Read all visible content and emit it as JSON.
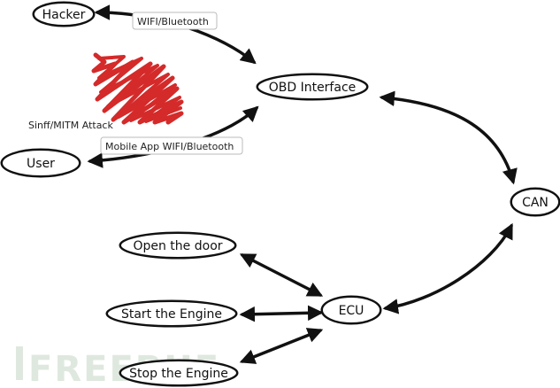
{
  "nodes": {
    "hacker": "Hacker",
    "obd": "OBD Interface",
    "user": "User",
    "can": "CAN",
    "open_door": "Open the door",
    "ecu": "ECU",
    "start_engine": "Start the Engine",
    "stop_engine": "Stop the Engine"
  },
  "edge_labels": {
    "hacker_obd": "WIFI/Bluetooth",
    "user_obd": "Mobile App WIFI/Bluetooth"
  },
  "notes": {
    "attack": "Sinff/MITM Attack"
  },
  "colors": {
    "attack_scribble": "#d42a2a",
    "stroke": "#111111",
    "watermark": "#dfe8df"
  },
  "watermark": "FREEBUF"
}
